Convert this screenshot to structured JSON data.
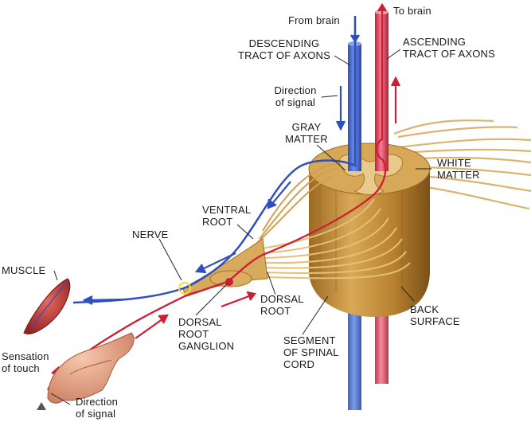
{
  "labels": {
    "from_brain": "From brain",
    "to_brain": "To brain",
    "descending_tract": "DESCENDING\nTRACT OF AXONS",
    "ascending_tract": "ASCENDING\nTRACT OF AXONS",
    "direction_signal_top": "Direction\nof signal",
    "gray_matter": "GRAY\nMATTER",
    "white_matter": "WHITE\nMATTER",
    "ventral_root": "VENTRAL\nROOT",
    "nerve": "NERVE",
    "muscle": "MUSCLE",
    "dorsal_root": "DORSAL\nROOT",
    "dorsal_root_ganglion": "DORSAL\nROOT\nGANGLION",
    "back_surface": "BACK\nSURFACE",
    "segment_spinal_cord": "SEGMENT\nOF SPINAL\nCORD",
    "sensation_of_touch": "Sensation\nof touch",
    "direction_signal_bottom": "Direction\nof signal"
  },
  "colors": {
    "descending_blue": "#3a5fc4",
    "ascending_red": "#d0283c",
    "cord_tan": "#c99a4a",
    "gray_matter": "#e2bf7c",
    "skin": "#e9a98a",
    "muscle": "#c93a3a"
  }
}
